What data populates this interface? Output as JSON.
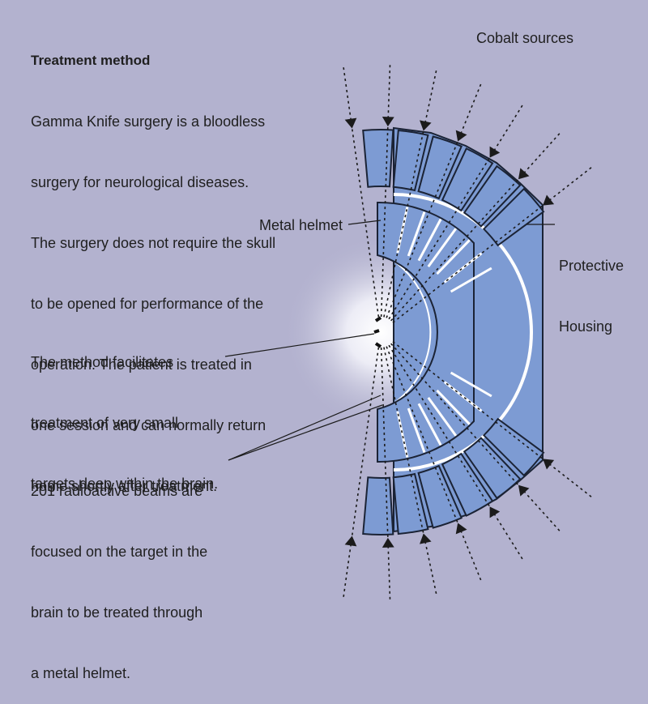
{
  "intro": {
    "title": "Treatment method",
    "lines": [
      "Gamma Knife surgery is a bloodless",
      "surgery for neurological diseases.",
      "The surgery does not require the skull",
      "to be opened for performance of the",
      "operation. The patient is treated in",
      "one session and can normally return",
      "home shortly after treatment."
    ]
  },
  "labels": {
    "cobalt_sources": "Cobalt sources",
    "metal_helmet": "Metal helmet",
    "protective_housing": [
      "Protective",
      "Housing"
    ]
  },
  "notes": {
    "target": [
      "The method facilitates",
      "treatment of very small",
      "targets deep within the brain."
    ],
    "beams": [
      "201 radioactive beams are",
      "focused on the target in the",
      "brain to be treated through",
      "a metal helmet."
    ]
  },
  "colors": {
    "background": "#b3b2cf",
    "component_fill": "#7d9bd3",
    "outline": "#1b2335",
    "glow": "#ffffff"
  }
}
